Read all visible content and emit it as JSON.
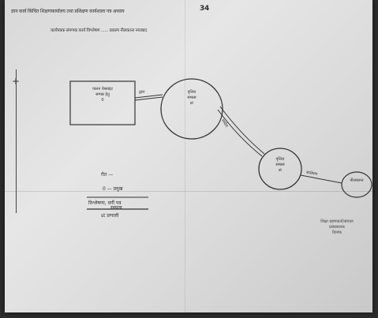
{
  "header": {
    "line1": "ज्ञान कार्य किंचित शिक्षणकार्यालय तथा प्रशिक्षण कार्यशाला पत्र अध्याय",
    "score": "34",
    "line2": "कार्यपत्रक संगणक कार्य विश्लेषण ...... प्रकल्प नीलकान्त नयाबाद"
  },
  "diagram": {
    "source_box": {
      "line1": "पालन वेब्साइट",
      "line2": "सम्पन्न हेतु",
      "line3": "0"
    },
    "node1": {
      "line1": "वृत्तिरा",
      "line2": "सम्प्रस",
      "line3": "st"
    },
    "node2": {
      "line1": "वृत्तिरा",
      "line2": "सम्प्रस",
      "line3": "st"
    },
    "node3": {
      "line1": "नीलकान्त",
      "line2": ""
    },
    "edge1_label": "द्वारा",
    "edge2_label": "सम्प्रेश",
    "edge3_label": "सम्प्रेषण"
  },
  "formula": {
    "line1": "रीत —",
    "line2": "0 — प्रमुख",
    "line3": "विश्लेषणा, वर्गी पत्र",
    "line4": "सम्प्रत्य",
    "line5": "st         प्रणाली"
  },
  "note": {
    "line1": "शिक्षा ग्रहणकर्ता/संपदन",
    "line2": "प्रबंधकारक",
    "line3": "दिनांक"
  }
}
